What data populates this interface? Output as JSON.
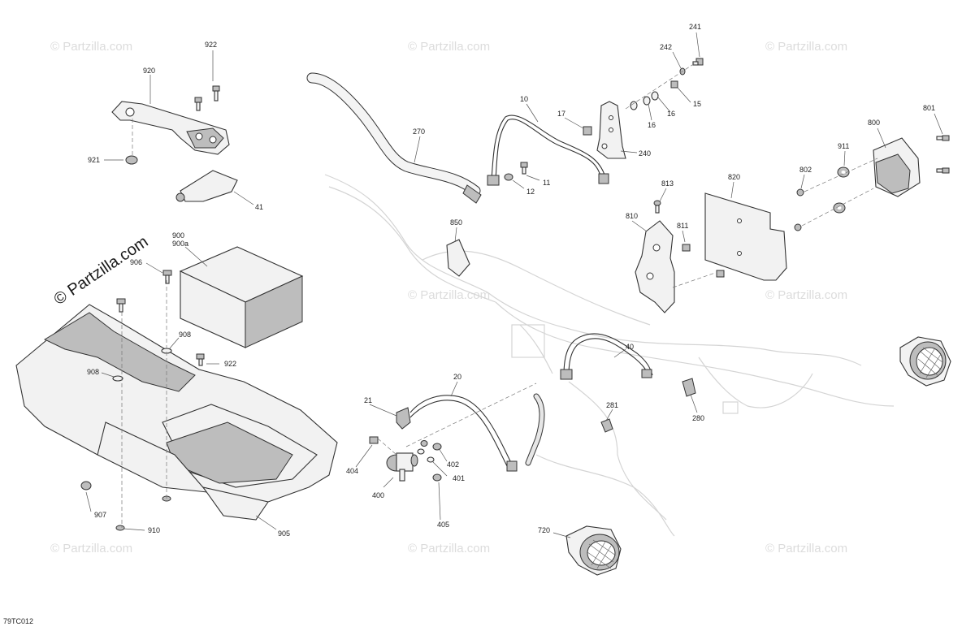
{
  "watermarks": {
    "text": "© Partzilla.com",
    "main": "© Partzilla.com"
  },
  "diagram_code": "79TC012",
  "callouts": {
    "c920": "920",
    "c922a": "922",
    "c921": "921",
    "c41": "41",
    "c900": "900",
    "c900a": "900a",
    "c906": "906",
    "c908a": "908",
    "c908b": "908",
    "c922b": "922",
    "c907": "907",
    "c910": "910",
    "c905": "905",
    "c270": "270",
    "c10": "10",
    "c17": "17",
    "c11": "11",
    "c12": "12",
    "c241": "241",
    "c242": "242",
    "c15": "15",
    "c16a": "16",
    "c16b": "16",
    "c240": "240",
    "c801": "801",
    "c800": "800",
    "c911": "911",
    "c802": "802",
    "c820": "820",
    "c813": "813",
    "c810": "810",
    "c811": "811",
    "c850": "850",
    "c40": "40",
    "c20": "20",
    "c21": "21",
    "c404": "404",
    "c402": "402",
    "c401": "401",
    "c400": "400",
    "c405": "405",
    "c281": "281",
    "c280": "280",
    "c720": "720"
  }
}
